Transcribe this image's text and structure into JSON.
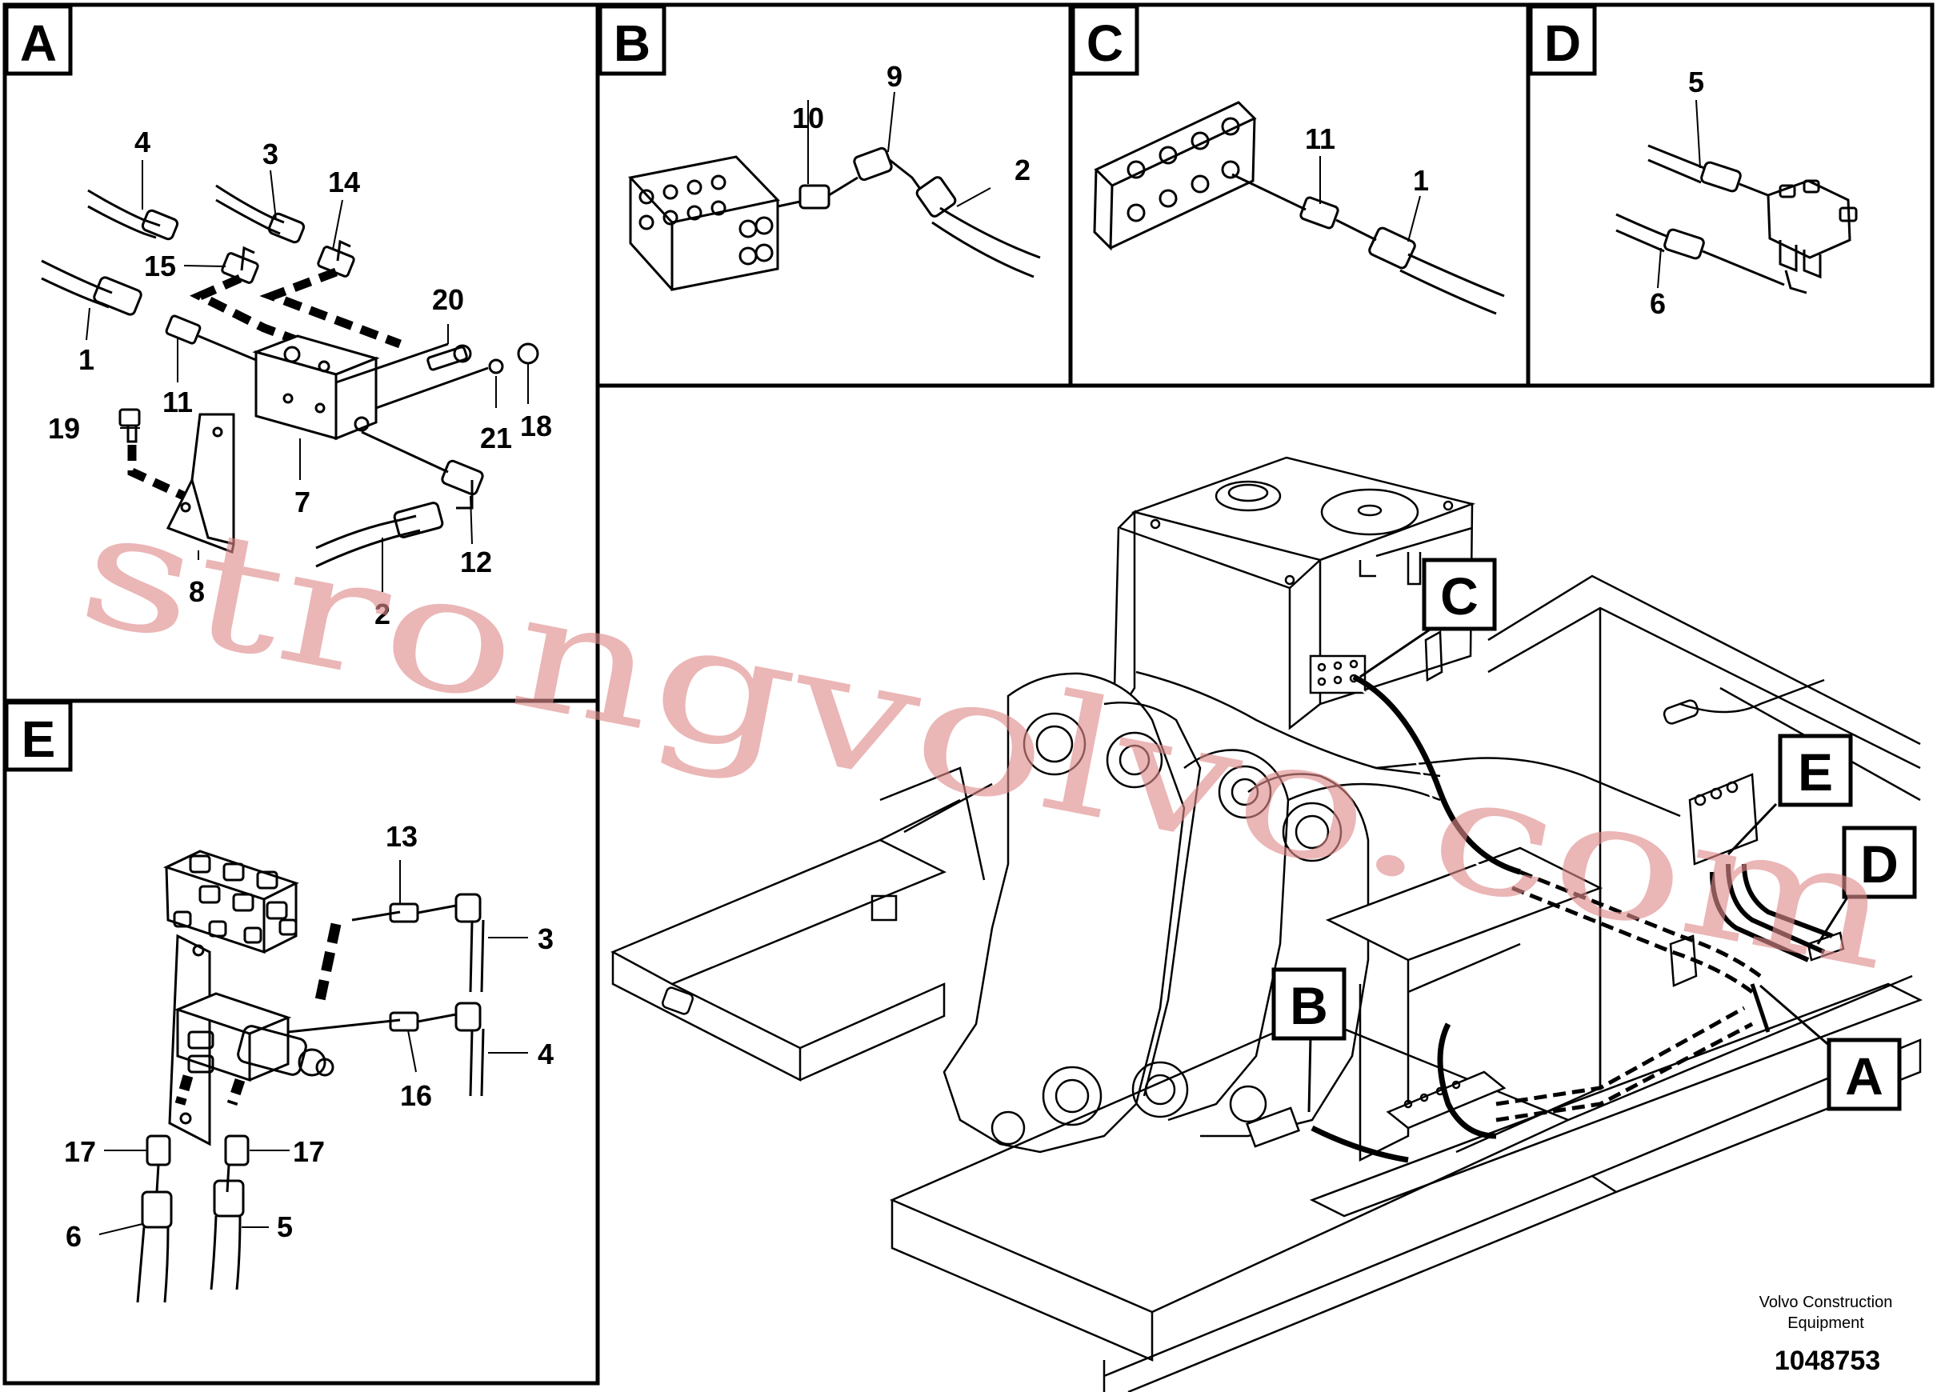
{
  "panels": {
    "a": {
      "tag": "A",
      "labels": [
        "4",
        "3",
        "14",
        "15",
        "1",
        "11",
        "20",
        "19",
        "21",
        "18",
        "7",
        "12",
        "8",
        "2"
      ]
    },
    "b": {
      "tag": "B",
      "labels": [
        "9",
        "10",
        "2"
      ]
    },
    "c": {
      "tag": "C",
      "labels": [
        "11",
        "1"
      ]
    },
    "d": {
      "tag": "D",
      "labels": [
        "5",
        "6"
      ]
    },
    "e": {
      "tag": "E",
      "labels": [
        "13",
        "3",
        "4",
        "16",
        "17",
        "17",
        "6",
        "5"
      ]
    }
  },
  "callouts": [
    "C",
    "E",
    "D",
    "B",
    "A"
  ],
  "watermark": "strongvolvo.com",
  "footer": {
    "company_line1": "Volvo Construction",
    "company_line2": "Equipment",
    "drawing_number": "1048753"
  }
}
